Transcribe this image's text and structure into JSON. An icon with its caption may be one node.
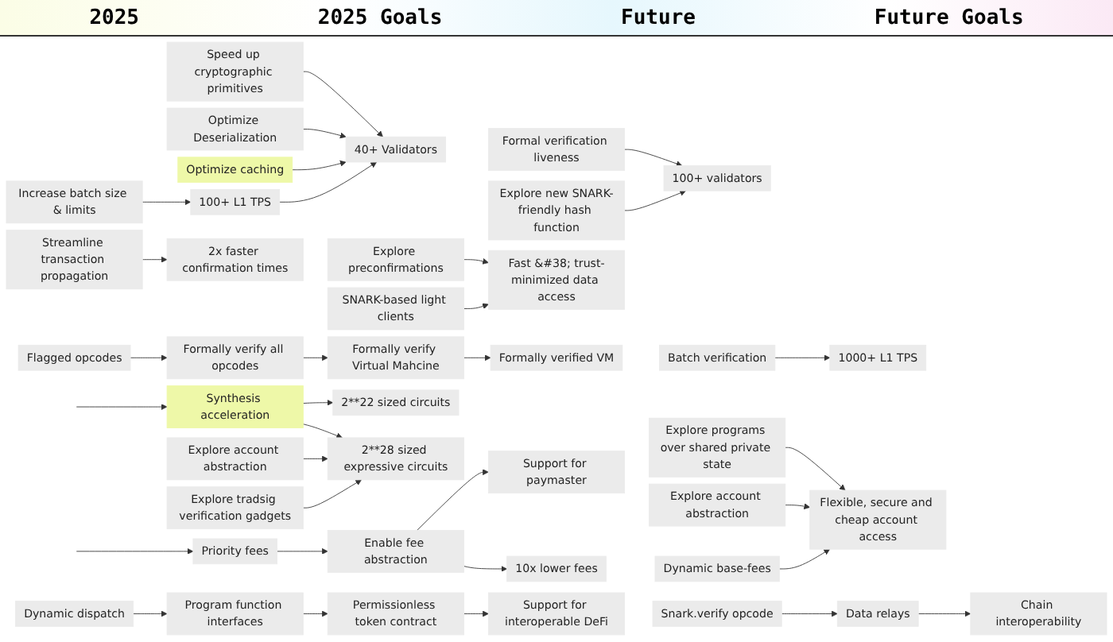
{
  "diagram": {
    "nodes": [
      {
        "text": [
          "Speed up cryptographic primitives"
        ]
      },
      {
        "text": [
          "Optimize Deserialization"
        ]
      },
      {
        "text": [
          "Optimize caching"
        ]
      },
      {
        "text": [
          "40+ Validators"
        ]
      },
      {
        "text": [
          "Increase batch size & limits"
        ]
      },
      {
        "text": [
          "100+ L1 TPS"
        ]
      },
      {
        "text": [
          "Streamline transaction propagation"
        ]
      },
      {
        "text": [
          "2x faster confirmation times"
        ]
      },
      {
        "text": [
          "Formal verification liveness"
        ]
      },
      {
        "text": [
          "Explore new SNARK-friendly hash function"
        ]
      },
      {
        "text": [
          "100+ validators"
        ]
      },
      {
        "text": [
          "Batch verification"
        ]
      },
      {
        "text": [
          "1000+ L1 TPS"
        ]
      },
      {
        "text": [
          "Explore preconfirmations"
        ]
      },
      {
        "text": [
          "SNARK-based light clients"
        ]
      },
      {
        "text": [
          "Fast &#38; trust-minimized data access"
        ]
      },
      {
        "text": [
          "Priority fees"
        ]
      },
      {
        "text": [
          "Enable fee abstraction"
        ]
      },
      {
        "text": [
          "10x lower fees"
        ]
      },
      {
        "text": [
          "Explore programs over shared private state"
        ]
      },
      {
        "text": [
          "Explore account abstraction"
        ]
      },
      {
        "text": [
          "Dynamic base-fees"
        ]
      },
      {
        "text": [
          "Flexible, secure and cheap account access"
        ]
      },
      {
        "text": [
          "Synthesis acceleration"
        ]
      },
      {
        "text": [
          "2**22 sized circuits"
        ]
      },
      {
        "text": [
          "Explore account abstraction"
        ]
      },
      {
        "text": [
          "Explore tradsig verification gadgets"
        ]
      },
      {
        "text": [
          "2**28 sized expressive circuits"
        ]
      },
      {
        "text": [
          "Support for paymaster"
        ]
      },
      {
        "text": [
          "Flagged opcodes"
        ]
      },
      {
        "text": [
          "Formally verify all opcodes"
        ]
      },
      {
        "text": [
          "Formally verify Virtual Mahcine"
        ]
      },
      {
        "text": [
          "Formally verified VM"
        ]
      },
      {
        "text": [
          "Dynamic dispatch"
        ]
      },
      {
        "text": [
          "Program function interfaces"
        ]
      },
      {
        "text": [
          "Permissionless token contract"
        ]
      },
      {
        "text": [
          "Support for interoperable DeFi"
        ]
      },
      {
        "text": [
          "Snark.verify opcode"
        ]
      },
      {
        "text": [
          "Data relays"
        ]
      },
      {
        "text": [
          "Chain interoperability"
        ]
      }
    ],
    "edges": [
      {
        "from": 0,
        "to": 3,
        "arrow": "to"
      },
      {
        "from": 1,
        "to": 3,
        "arrow": "to"
      },
      {
        "from": 2,
        "to": 3,
        "arrow": "to"
      },
      {
        "from": 4,
        "to": 5,
        "arrow": "to"
      },
      {
        "from": 5,
        "to": 3,
        "arrow": "to"
      },
      {
        "from": 6,
        "to": 7,
        "arrow": "to"
      },
      {
        "from": 8,
        "to": 10,
        "arrow": "to"
      },
      {
        "from": 9,
        "to": 10,
        "arrow": "to"
      },
      {
        "from": 11,
        "to": 12,
        "arrow": "to"
      },
      {
        "from": 13,
        "to": 15,
        "arrow": "to"
      },
      {
        "from": 14,
        "to": 15,
        "arrow": "to"
      },
      {
        "from": null,
        "to": 16,
        "arrow": "to"
      },
      {
        "from": 16,
        "to": 17,
        "arrow": "to"
      },
      {
        "from": 17,
        "to": 18,
        "arrow": "to"
      },
      {
        "from": 17,
        "to": 28,
        "arrow": "to"
      },
      {
        "from": 19,
        "to": 22,
        "arrow": "to"
      },
      {
        "from": 20,
        "to": 22,
        "arrow": "to"
      },
      {
        "from": 21,
        "to": 22,
        "arrow": "to"
      },
      {
        "from": null,
        "to": 23,
        "arrow": "to"
      },
      {
        "from": 23,
        "to": 24,
        "arrow": "to"
      },
      {
        "from": 23,
        "to": 27,
        "arrow": "to"
      },
      {
        "from": 25,
        "to": 27,
        "arrow": "to"
      },
      {
        "from": 26,
        "to": 27,
        "arrow": "to"
      },
      {
        "from": 29,
        "to": 30,
        "arrow": "to"
      },
      {
        "from": 30,
        "to": 31,
        "arrow": "to"
      },
      {
        "from": 31,
        "to": 32,
        "arrow": "to"
      },
      {
        "from": 33,
        "to": 34,
        "arrow": "to"
      },
      {
        "from": 34,
        "to": 35,
        "arrow": "to"
      },
      {
        "from": 35,
        "to": 36,
        "arrow": "to"
      },
      {
        "from": 37,
        "to": 38,
        "arrow": "to"
      },
      {
        "from": 38,
        "to": 39,
        "arrow": "to"
      }
    ],
    "labels": [
      "2025",
      "2025 Goals",
      "Future",
      "Future Goals"
    ]
  }
}
